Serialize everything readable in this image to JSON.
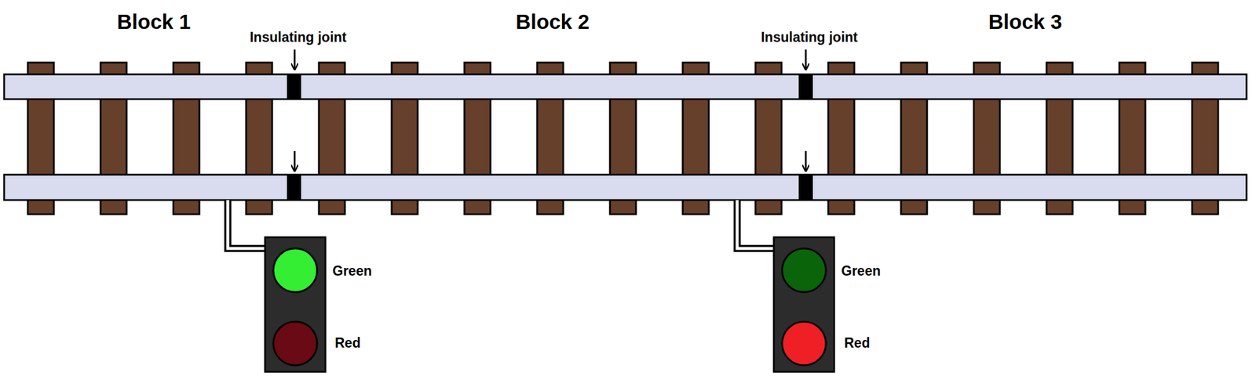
{
  "diagram": {
    "labels": [
      "Block 1",
      "Block 2",
      "Block 3",
      "Insulating joint",
      "Insulating joint",
      "Green",
      "Red",
      "Green",
      "Red"
    ]
  }
}
